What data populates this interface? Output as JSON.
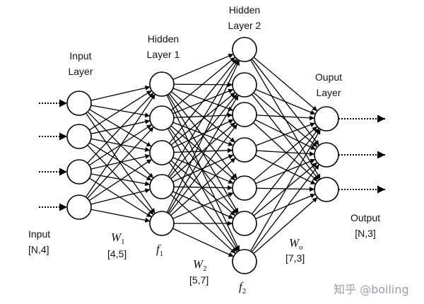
{
  "layers": [
    {
      "label_line1": "Input",
      "label_line2": "Layer",
      "nodes": 4
    },
    {
      "label_line1": "Hidden",
      "label_line2": "Layer 1",
      "nodes": 5
    },
    {
      "label_line1": "Hidden",
      "label_line2": "Layer 2",
      "nodes": 7
    },
    {
      "label_line1": "Ouput",
      "label_line2": "Layer",
      "nodes": 3
    }
  ],
  "input_shape": {
    "line1": "Input",
    "line2": "[N,4]"
  },
  "output_shape": {
    "line1": "Output",
    "line2": "[N,3]"
  },
  "weights": [
    {
      "symbol": "W",
      "sub": "1",
      "shape": "[4,5]"
    },
    {
      "symbol": "W",
      "sub": "2",
      "shape": "[5,7]"
    },
    {
      "symbol": "W",
      "sub": "o",
      "shape": "[7,3]"
    }
  ],
  "activations": [
    {
      "symbol": "f",
      "sub": "1"
    },
    {
      "symbol": "f",
      "sub": "2"
    }
  ],
  "watermark": "知乎 @boiling",
  "colors": {
    "stroke": "#000000",
    "node_fill": "#ffffff",
    "text": "#111111",
    "watermark": "#9aa0a6"
  }
}
